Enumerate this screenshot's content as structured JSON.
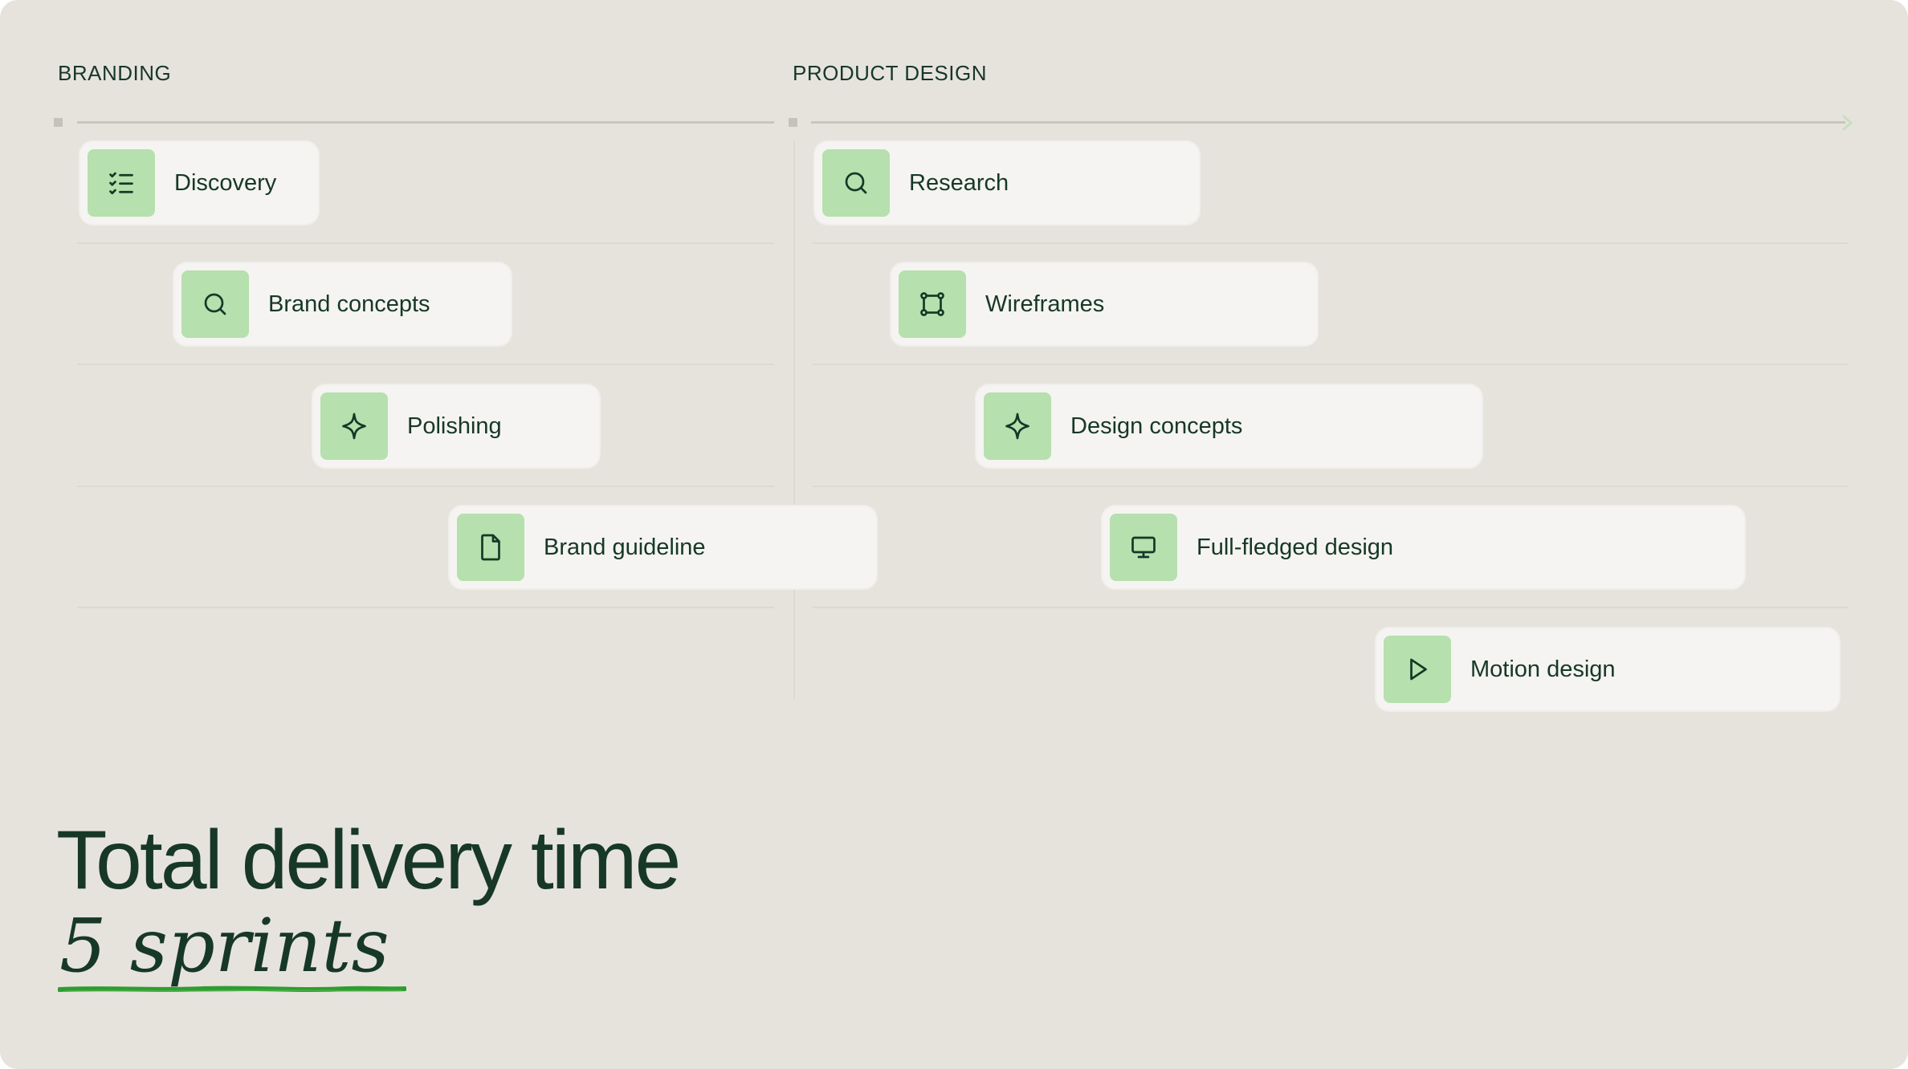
{
  "sections": {
    "branding": "BRANDING",
    "product_design": "PRODUCT DESIGN"
  },
  "branding_tasks": [
    {
      "label": "Discovery",
      "icon": "checklist-icon"
    },
    {
      "label": "Brand concepts",
      "icon": "search-icon"
    },
    {
      "label": "Polishing",
      "icon": "sparkle-icon"
    },
    {
      "label": "Brand guideline",
      "icon": "document-icon"
    }
  ],
  "product_tasks": [
    {
      "label": "Research",
      "icon": "search-icon"
    },
    {
      "label": "Wireframes",
      "icon": "frame-icon"
    },
    {
      "label": "Design concepts",
      "icon": "sparkle-icon"
    },
    {
      "label": "Full-fledged design",
      "icon": "monitor-icon"
    },
    {
      "label": "Motion design",
      "icon": "play-icon"
    }
  ],
  "summary": {
    "title": "Total delivery time",
    "value": "5 sprints"
  },
  "colors": {
    "background": "#e6e3dd",
    "card": "#f5f4f2",
    "icon_bg": "#b6e0ad",
    "text": "#173826",
    "underline": "#2f9c2f"
  }
}
